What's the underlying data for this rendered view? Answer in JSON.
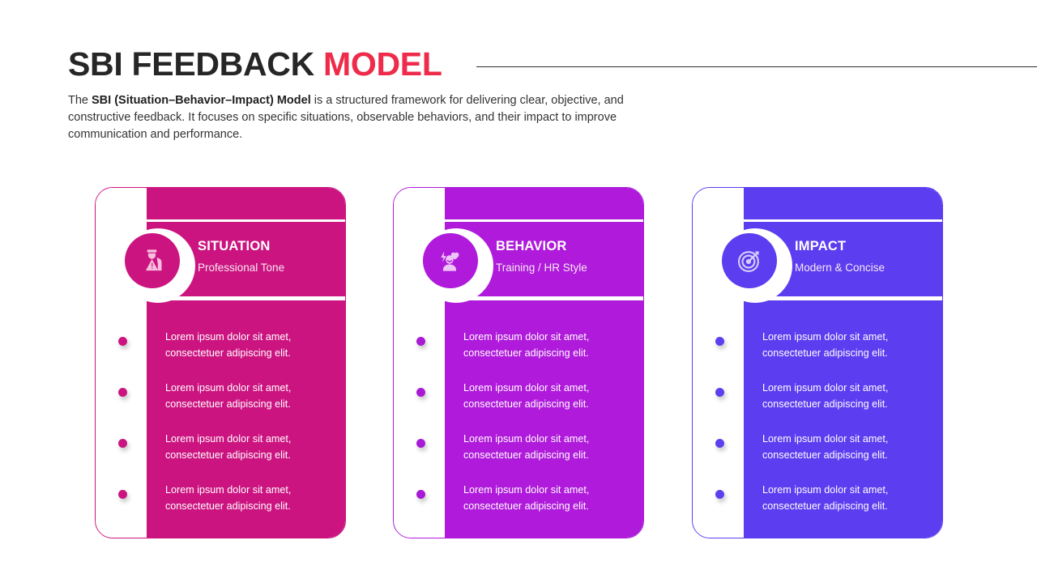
{
  "header": {
    "title_main": "SBI FEEDBACK ",
    "title_accent": "MODEL",
    "accent_color": "#ee2b4b",
    "rule": "horizontal-rule"
  },
  "intro": {
    "lead": "The ",
    "bold": "SBI (Situation–Behavior–Impact) Model",
    "rest": " is a structured framework for delivering clear, objective, and constructive feedback. It focuses on specific situations, observable behaviors, and their impact to improve communication and performance."
  },
  "cards": [
    {
      "id": "situation",
      "title": "SITUATION",
      "subtitle": "Professional Tone",
      "color": "#cc1480",
      "icon": "person-warning-icon",
      "items": [
        {
          "line1": "Lorem ipsum dolor sit amet,",
          "line2": "consectetuer adipiscing elit."
        },
        {
          "line1": "Lorem ipsum dolor sit amet,",
          "line2": "consectetuer adipiscing elit."
        },
        {
          "line1": "Lorem ipsum dolor sit amet,",
          "line2": "consectetuer adipiscing elit."
        },
        {
          "line1": "Lorem ipsum dolor sit amet,",
          "line2": "consectetuer adipiscing elit."
        }
      ]
    },
    {
      "id": "behavior",
      "title": "BEHAVIOR",
      "subtitle": "Training / HR Style",
      "color": "#af1adb",
      "icon": "person-energy-heart-icon",
      "items": [
        {
          "line1": "Lorem ipsum dolor sit amet,",
          "line2": "consectetuer adipiscing elit."
        },
        {
          "line1": "Lorem ipsum dolor sit amet,",
          "line2": "consectetuer adipiscing elit."
        },
        {
          "line1": "Lorem ipsum dolor sit amet,",
          "line2": "consectetuer adipiscing elit."
        },
        {
          "line1": "Lorem ipsum dolor sit amet,",
          "line2": "consectetuer adipiscing elit."
        }
      ]
    },
    {
      "id": "impact",
      "title": "IMPACT",
      "subtitle": "Modern & Concise",
      "color": "#5c3df0",
      "icon": "target-arrow-icon",
      "items": [
        {
          "line1": "Lorem ipsum dolor sit amet,",
          "line2": "consectetuer adipiscing elit."
        },
        {
          "line1": "Lorem ipsum dolor sit amet,",
          "line2": "consectetuer adipiscing elit."
        },
        {
          "line1": "Lorem ipsum dolor sit amet,",
          "line2": "consectetuer adipiscing elit."
        },
        {
          "line1": "Lorem ipsum dolor sit amet,",
          "line2": "consectetuer adipiscing elit."
        }
      ]
    }
  ]
}
